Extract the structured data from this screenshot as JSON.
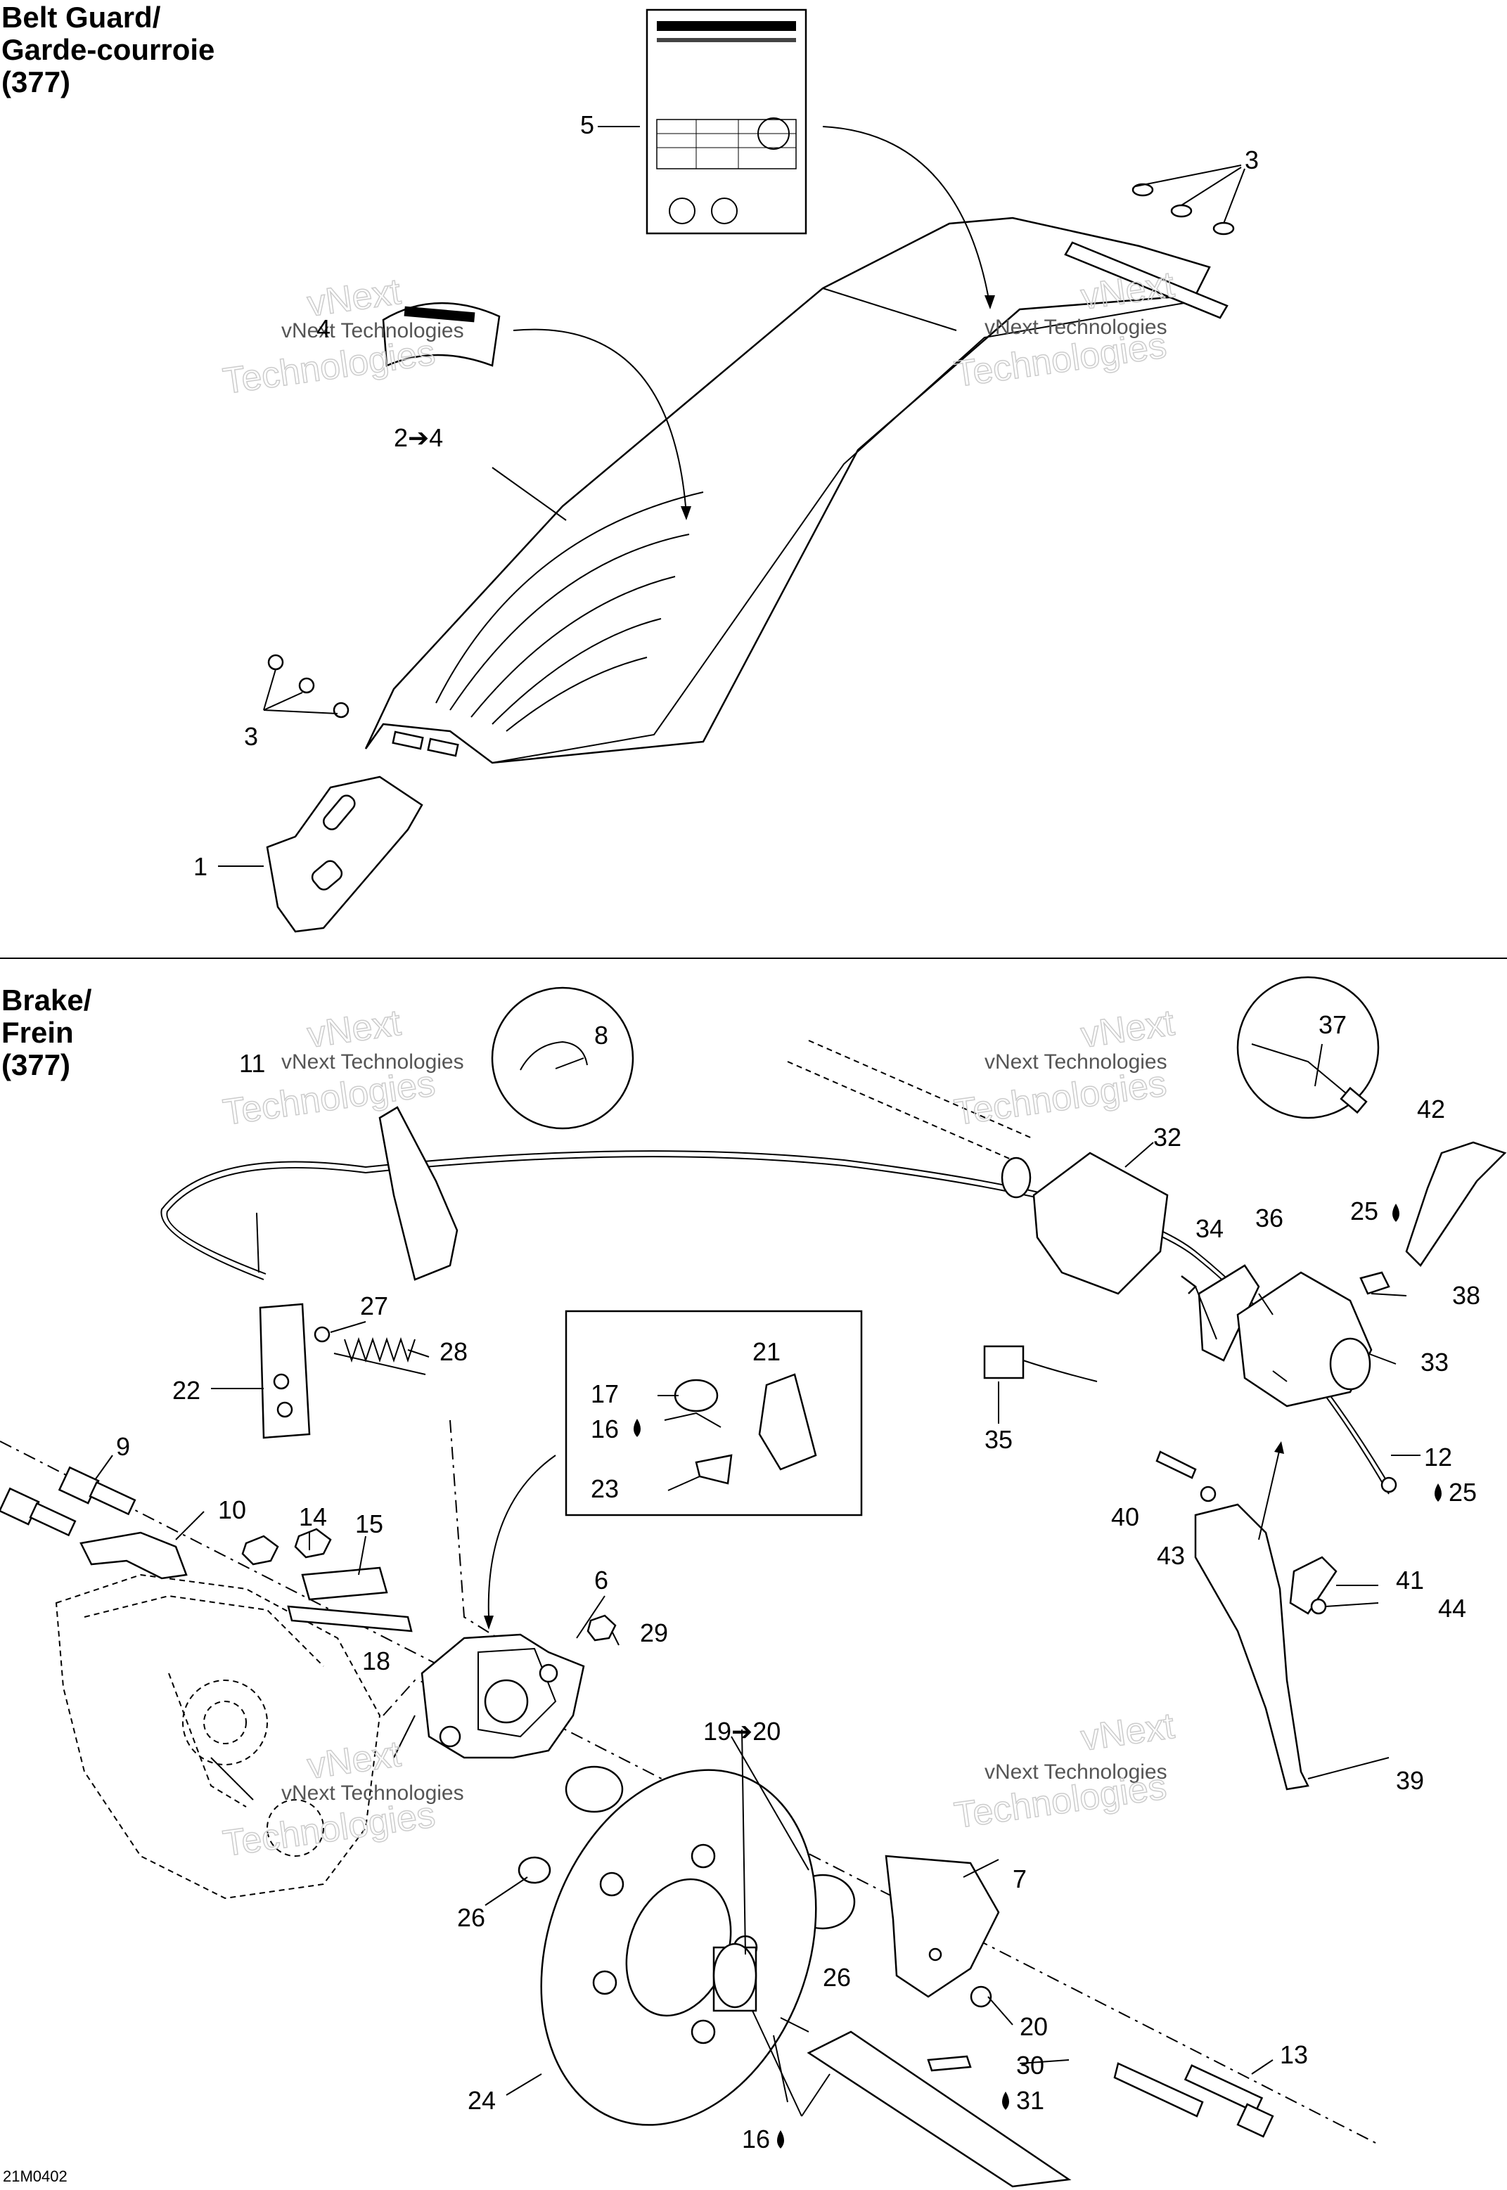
{
  "sections": {
    "belt_guard": {
      "title_lines": [
        "Belt Guard/",
        "Garde-courroie",
        "(377)"
      ]
    },
    "brake": {
      "title_lines": [
        "Brake/",
        "Frein",
        "(377)"
      ]
    }
  },
  "watermark": {
    "line1": "vNext Technologies",
    "outline_top": "vNext",
    "outline_bottom": "Technologies"
  },
  "callouts": {
    "c1": "1",
    "c2to4": "2➔4",
    "c3a": "3",
    "c3b": "3",
    "c4": "4",
    "c5": "5",
    "c6": "6",
    "c7": "7",
    "c8": "8",
    "c9": "9",
    "c10": "10",
    "c11": "11",
    "c12": "12",
    "c13": "13",
    "c14": "14",
    "c15": "15",
    "c16a": "16",
    "c16b": "16",
    "c17": "17",
    "c18": "18",
    "c19to20": "19➔20",
    "c20": "20",
    "c21": "21",
    "c22": "22",
    "c23": "23",
    "c24": "24",
    "c25a": "25",
    "c25b": "25",
    "c26a": "26",
    "c26b": "26",
    "c27": "27",
    "c28": "28",
    "c29": "29",
    "c30": "30",
    "c31": "31",
    "c32": "32",
    "c33": "33",
    "c34": "34",
    "c35": "35",
    "c36": "36",
    "c37": "37",
    "c38": "38",
    "c39": "39",
    "c40": "40",
    "c41": "41",
    "c42": "42",
    "c43": "43",
    "c44": "44"
  },
  "drawing_code": "21M0402"
}
